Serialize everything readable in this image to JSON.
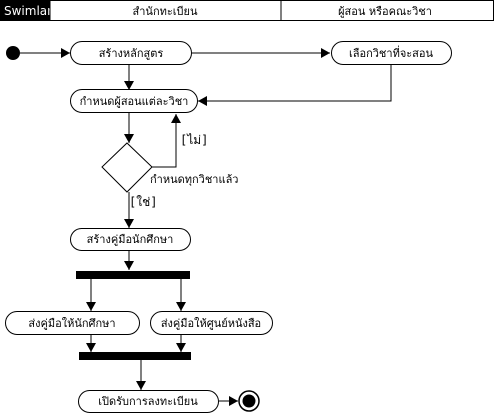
{
  "header": {
    "title": "Swimlane",
    "lanes": [
      "สำนักทะเบียน",
      "ผู้สอน หรือคณะวิชา"
    ]
  },
  "nodes": {
    "create_curriculum": "สร้างหลักสูตร",
    "select_course": "เลือกวิชาที่จะสอน",
    "assign_instructor": "กำหนดผู้สอนแต่ละวิชา",
    "all_assigned": "กำหนดทุกวิชาแล้ว",
    "create_manual": "สร้างคู่มือนักศึกษา",
    "send_students": "ส่งคู่มือให้นักศึกษา",
    "send_bookcenter": "ส่งคู่มือให้ศูนย์หนังสือ",
    "open_registration": "เปิดรับการลงทะเบียน"
  },
  "guards": {
    "no": "[ไม่]",
    "yes": "[ใช่]"
  }
}
